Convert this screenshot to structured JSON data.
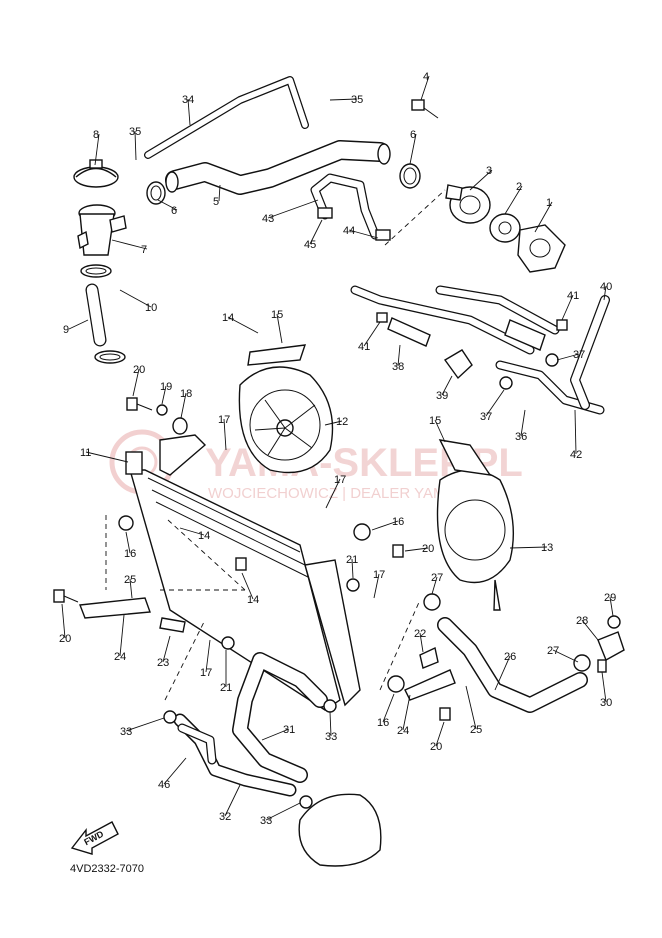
{
  "diagram_code": "4VD2332-7070",
  "fwd_label": "FWD",
  "watermark": {
    "brand": "YAMA-SKLEP.PL",
    "sub": "WOJCIECHOWICZ | DEALER YAMAHA"
  },
  "callouts": [
    {
      "id": "c1",
      "text": "1"
    },
    {
      "id": "c2",
      "text": "2"
    },
    {
      "id": "c3",
      "text": "3"
    },
    {
      "id": "c4",
      "text": "4"
    },
    {
      "id": "c5",
      "text": "5"
    },
    {
      "id": "c6a",
      "text": "6"
    },
    {
      "id": "c6b",
      "text": "6"
    },
    {
      "id": "c7",
      "text": "7"
    },
    {
      "id": "c8",
      "text": "8"
    },
    {
      "id": "c9",
      "text": "9"
    },
    {
      "id": "c10",
      "text": "10"
    },
    {
      "id": "c11",
      "text": "11"
    },
    {
      "id": "c12",
      "text": "12"
    },
    {
      "id": "c13",
      "text": "13"
    },
    {
      "id": "c14a",
      "text": "14"
    },
    {
      "id": "c14b",
      "text": "14"
    },
    {
      "id": "c14c",
      "text": "14"
    },
    {
      "id": "c15a",
      "text": "15"
    },
    {
      "id": "c15b",
      "text": "15"
    },
    {
      "id": "c16a",
      "text": "16"
    },
    {
      "id": "c16b",
      "text": "16"
    },
    {
      "id": "c16c",
      "text": "16"
    },
    {
      "id": "c17a",
      "text": "17"
    },
    {
      "id": "c17b",
      "text": "17"
    },
    {
      "id": "c17c",
      "text": "17"
    },
    {
      "id": "c17d",
      "text": "17"
    },
    {
      "id": "c18",
      "text": "18"
    },
    {
      "id": "c19",
      "text": "19"
    },
    {
      "id": "c20a",
      "text": "20"
    },
    {
      "id": "c20b",
      "text": "20"
    },
    {
      "id": "c20c",
      "text": "20"
    },
    {
      "id": "c20d",
      "text": "20"
    },
    {
      "id": "c21a",
      "text": "21"
    },
    {
      "id": "c21b",
      "text": "21"
    },
    {
      "id": "c22",
      "text": "22"
    },
    {
      "id": "c23",
      "text": "23"
    },
    {
      "id": "c24a",
      "text": "24"
    },
    {
      "id": "c24b",
      "text": "24"
    },
    {
      "id": "c25a",
      "text": "25"
    },
    {
      "id": "c25b",
      "text": "25"
    },
    {
      "id": "c26",
      "text": "26"
    },
    {
      "id": "c27a",
      "text": "27"
    },
    {
      "id": "c27b",
      "text": "27"
    },
    {
      "id": "c28",
      "text": "28"
    },
    {
      "id": "c29",
      "text": "29"
    },
    {
      "id": "c30",
      "text": "30"
    },
    {
      "id": "c31",
      "text": "31"
    },
    {
      "id": "c32",
      "text": "32"
    },
    {
      "id": "c33a",
      "text": "33"
    },
    {
      "id": "c33b",
      "text": "33"
    },
    {
      "id": "c33c",
      "text": "33"
    },
    {
      "id": "c34",
      "text": "34"
    },
    {
      "id": "c35a",
      "text": "35"
    },
    {
      "id": "c35b",
      "text": "35"
    },
    {
      "id": "c36",
      "text": "36"
    },
    {
      "id": "c37a",
      "text": "37"
    },
    {
      "id": "c37b",
      "text": "37"
    },
    {
      "id": "c38",
      "text": "38"
    },
    {
      "id": "c39",
      "text": "39"
    },
    {
      "id": "c40",
      "text": "40"
    },
    {
      "id": "c41a",
      "text": "41"
    },
    {
      "id": "c41b",
      "text": "41"
    },
    {
      "id": "c42",
      "text": "42"
    },
    {
      "id": "c43",
      "text": "43"
    },
    {
      "id": "c44",
      "text": "44"
    },
    {
      "id": "c45",
      "text": "45"
    },
    {
      "id": "c46",
      "text": "46"
    }
  ]
}
